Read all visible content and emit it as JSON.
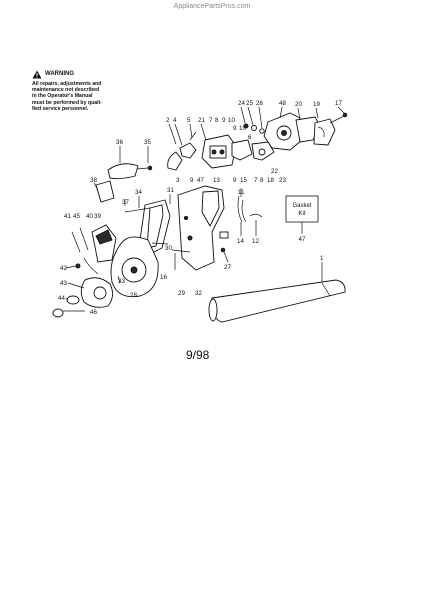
{
  "site": "AppliancePartsPros.com",
  "warning": {
    "title": "WARNING",
    "lines": [
      "All repairs, adjustments and",
      "maintenance not described",
      "in the Operator's Manual",
      "must be performed by quali-",
      "fied service personnel."
    ]
  },
  "date_code": "9/98",
  "gasket_kit": {
    "label_line1": "Gasket",
    "label_line2": "Kit",
    "number": "47"
  },
  "callouts": [
    "24",
    "25",
    "26",
    "48",
    "20",
    "19",
    "17",
    "2",
    "4",
    "5",
    "21",
    "7",
    "8",
    "9",
    "10",
    "9",
    "10",
    "6",
    "36",
    "35",
    "3",
    "9",
    "47",
    "13",
    "9",
    "15",
    "7",
    "8",
    "18",
    "23",
    "22",
    "38",
    "37",
    "34",
    "31",
    "11",
    "14",
    "12",
    "41",
    "45",
    "40",
    "39",
    "33",
    "30",
    "16",
    "29",
    "32",
    "27",
    "28",
    "42",
    "43",
    "44",
    "46",
    "1"
  ]
}
